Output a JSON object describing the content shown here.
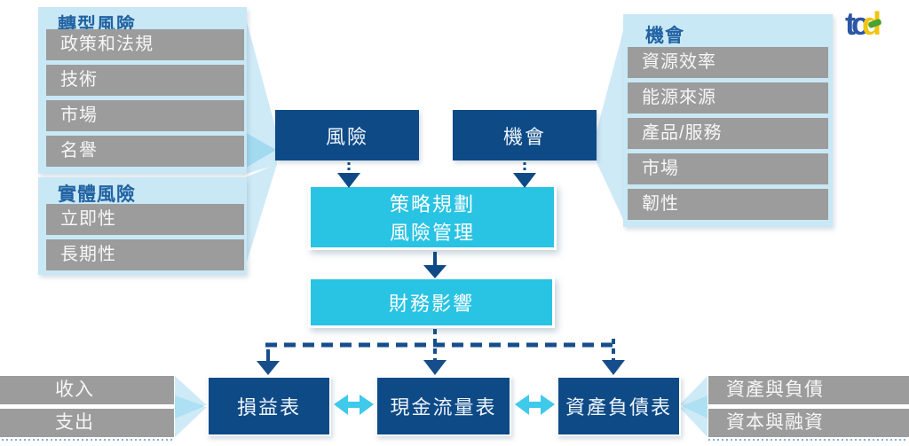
{
  "colors": {
    "navy_box": "#0e4a86",
    "cyan_box": "#29c3e3",
    "panel_blue": "#c9e8f5",
    "gray_bar": "#9c9c9c",
    "pale_connector": "#cfeaf7",
    "connector_accent": "#a2daf0",
    "cyan_arrow": "#3fc9ea",
    "panel_header_text": "#2263a3",
    "dashed_line": "#164e8c",
    "logo_blue": "#2d56a5",
    "logo_yellow": "#f2c413",
    "logo_green": "#4aa32e"
  },
  "logo": {
    "tc": "tc",
    "d": "d"
  },
  "panels": {
    "transition_risk": {
      "title": "轉型風險",
      "items": [
        "政策和法規",
        "技術",
        "市場",
        "名譽"
      ]
    },
    "physical_risk": {
      "title": "實體風險",
      "items": [
        "立即性",
        "長期性"
      ]
    },
    "opportunity": {
      "title": "機會",
      "items": [
        "資源效率",
        "能源來源",
        "產品/服務",
        "市場",
        "韌性"
      ]
    }
  },
  "flow": {
    "risk": "風險",
    "opportunity": "機會",
    "strategy_line1": "策略規劃",
    "strategy_line2": "風險管理",
    "financial_impact": "財務影響"
  },
  "statements": {
    "income": "損益表",
    "cash": "現金流量表",
    "balance": "資產負債表"
  },
  "financial_items": {
    "left": [
      "收入",
      "支出"
    ],
    "right": [
      "資產與負債",
      "資本與融資"
    ]
  }
}
